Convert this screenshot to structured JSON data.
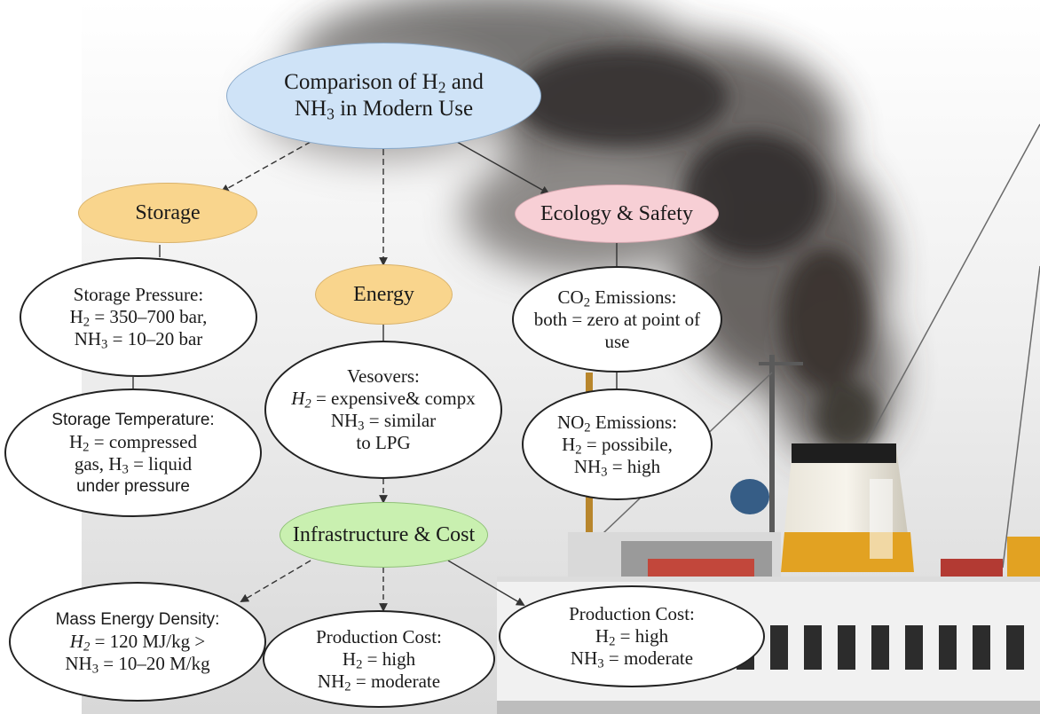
{
  "title": {
    "line1_a": "Comparison of H",
    "line1_sub": "2",
    "line1_b": " and",
    "line2_a": "NH",
    "line2_sub": "3",
    "line2_b": " in Modern Use"
  },
  "categories": {
    "storage": "Storage",
    "energy": "Energy",
    "ecology": "Ecology & Safety",
    "infra": "Infrastructure & Cost"
  },
  "storage_pressure": {
    "l1": "Storage Pressure:",
    "l2_a": "H",
    "l2_sub": "2",
    "l2_b": " = 350–700 bar,",
    "l3_a": "NH",
    "l3_sub": "3",
    "l3_b": " = 10–20 bar"
  },
  "storage_temp": {
    "l1": "Storage Temperature:",
    "l2_a": "H",
    "l2_sub": "2",
    "l2_b": " = compressed",
    "l3_a": "gas, H",
    "l3_sub": "3",
    "l3_b": " = liquid",
    "l4": "under pressure"
  },
  "vesovers": {
    "l1": "Vesovers:",
    "l2_a": "H",
    "l2_sub": "2",
    "l2_b": " = expensive& compx",
    "l3_a": "NH",
    "l3_sub": "3",
    "l3_b": " = similar",
    "l4": "to LPG"
  },
  "co2": {
    "l1_a": "CO",
    "l1_sub": "2",
    "l1_b": " Emissions:",
    "l2": "both = zero at point of",
    "l3": "use"
  },
  "no2": {
    "l1_a": "NO",
    "l1_sub": "2",
    "l1_b": " Emissions:",
    "l2_a": "H",
    "l2_sub": "2",
    "l2_b": " = possibile,",
    "l3_a": "NH",
    "l3_sub": "3",
    "l3_b": " = high"
  },
  "mass_energy": {
    "l1": "Mass Energy Density:",
    "l2_a": "H",
    "l2_sub": "2",
    "l2_b": " = 120 MJ/kg >",
    "l3_a": "NH",
    "l3_sub": "3",
    "l3_b": " = 10–20 M/kg"
  },
  "production_mid": {
    "l1": "Production Cost:",
    "l2_a": "H",
    "l2_sub": "2",
    "l2_b": " = high",
    "l3_a": "NH",
    "l3_sub": "2",
    "l3_b": " = moderate"
  },
  "production_right": {
    "l1": "Production Cost:",
    "l2_a": "H",
    "l2_sub": "2",
    "l2_b": " = high",
    "l3_a": "NH",
    "l3_sub": "3",
    "l3_b": " = moderate"
  },
  "colors": {
    "title_fill": "#cfe3f7",
    "orange_fill": "#f9d58d",
    "pink_fill": "#f7cfd5",
    "green_fill": "#c9f0b0",
    "leaf_fill": "#ffffff",
    "arrow": "#333333"
  }
}
